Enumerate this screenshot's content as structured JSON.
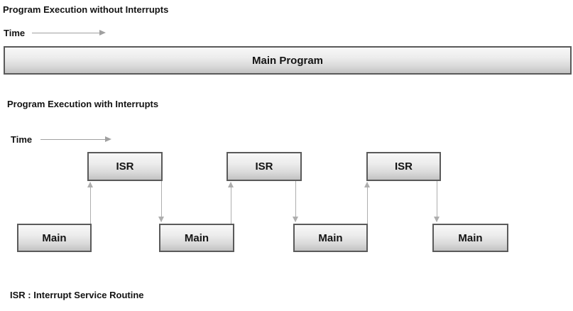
{
  "section_without": {
    "title": "Program Execution without Interrupts",
    "time_label": "Time",
    "main_program_label": "Main Program"
  },
  "section_with": {
    "title": "Program Execution with Interrupts",
    "time_label": "Time",
    "isr_boxes": [
      {
        "label": "ISR"
      },
      {
        "label": "ISR"
      },
      {
        "label": "ISR"
      }
    ],
    "main_boxes": [
      {
        "label": "Main"
      },
      {
        "label": "Main"
      },
      {
        "label": "Main"
      },
      {
        "label": "Main"
      }
    ]
  },
  "footer": {
    "legend": "ISR : Interrupt Service Routine"
  },
  "colors": {
    "box_border": "#5a5a5a",
    "box_gradient_top": "#f8f8f8",
    "box_gradient_bottom": "#c2c2c2",
    "arrow_gray": "#aeaeae",
    "text": "#131313"
  }
}
